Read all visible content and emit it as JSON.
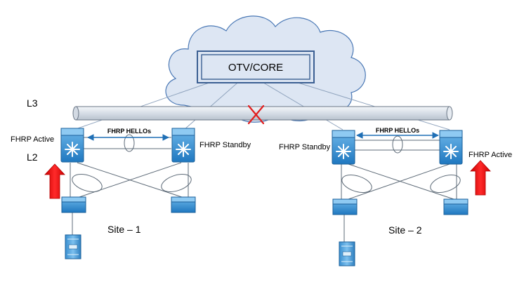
{
  "core": {
    "label": "OTV/CORE"
  },
  "layers": {
    "l3": "L3",
    "l2": "L2"
  },
  "site1": {
    "name": "Site – 1",
    "left_role": "FHRP Active",
    "right_role": "FHRP Standby",
    "hello_label": "FHRP HELLOs"
  },
  "site2": {
    "name": "Site – 2",
    "left_role": "FHRP Standby",
    "right_role": "FHRP Active",
    "hello_label": "FHRP HELLOs"
  },
  "icons": {
    "cloud": "cloud-icon",
    "l3_link": "l3-pipe",
    "blocked": "red-x-icon",
    "active_arrow": "up-arrow-icon",
    "l3_switch": "multilayer-switch-icon",
    "l2_switch": "access-switch-icon",
    "server": "server-icon"
  },
  "colors": {
    "switch_blue": "#2f8fd0",
    "cloud_fill": "#dde6f3",
    "arrow_red": "#ee1111",
    "hello_arrow": "#1f6fb5",
    "blocked_x": "#e21e1e"
  }
}
